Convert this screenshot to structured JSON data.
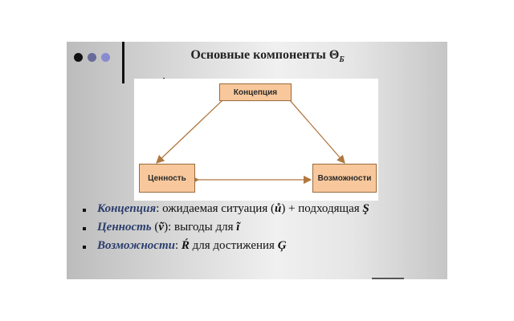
{
  "slide": {
    "title": "Основные компоненты Θ",
    "title_sub": "Б",
    "dots": [
      {
        "color": "#111111"
      },
      {
        "color": "#6a6a9a"
      },
      {
        "color": "#8a8ad0"
      }
    ]
  },
  "diagram": {
    "nodes": {
      "top": "Концепция",
      "left": "Ценность",
      "right": "Возможности"
    },
    "colors": {
      "box_fill": "#f8c89c",
      "box_border": "#9a6a3a",
      "arrow": "#b07840"
    }
  },
  "bullets": [
    {
      "term": "Концепция",
      "text": ": ожидаемая ситуация (",
      "sym": "ů",
      "text2": ") +  подходящая ",
      "sym2": "Ş"
    },
    {
      "term": "Ценность",
      "text": " (",
      "sym": "ṽ",
      "text2": "): выгоды для ",
      "sym2": "ĩ"
    },
    {
      "term": "Возможности",
      "text": ": ",
      "sym": "Ŕ",
      "text2": " для достижения ",
      "sym2": "Ģ"
    }
  ]
}
